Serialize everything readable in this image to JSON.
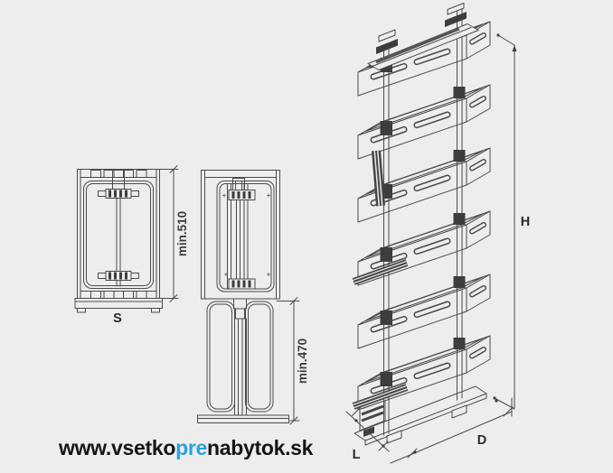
{
  "labels": {
    "front_height": "min.510",
    "lower_height": "min.470",
    "width": "S",
    "height": "H",
    "depth": "D",
    "length": "L"
  },
  "watermark": {
    "prefix": "www.vsetko",
    "highlight": "pre",
    "suffix": "nabytok.sk"
  },
  "colors": {
    "background": "#ecedec",
    "line": "#4a4a4a",
    "dark_fill": "#3d3d3d",
    "watermark_text": "#151515",
    "watermark_highlight": "#2aa2dc"
  }
}
